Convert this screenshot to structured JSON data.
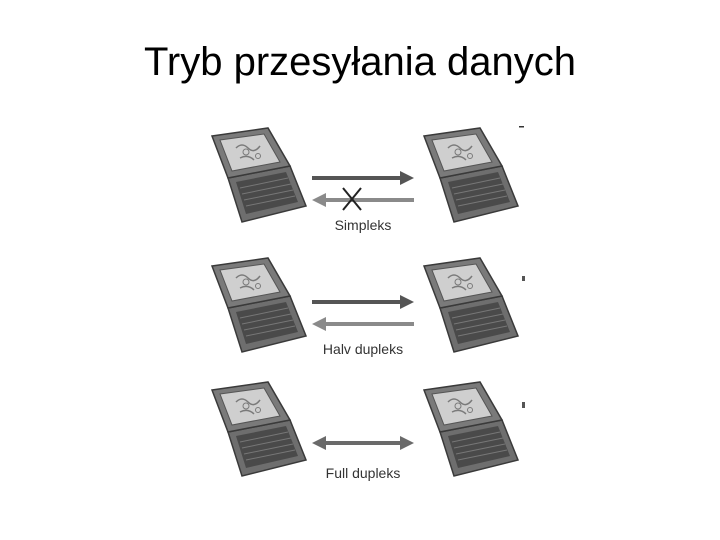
{
  "slide": {
    "title": "Tryb przesyłania danych"
  },
  "diagram": {
    "modes": [
      {
        "label": "Simpleks",
        "left_to_right": "arrow",
        "right_to_left": "blocked"
      },
      {
        "label": "Halv dupleks",
        "left_to_right": "arrow",
        "right_to_left": "arrow"
      },
      {
        "label": "Full dupleks",
        "left_to_right": "bidirectional",
        "right_to_left": "none"
      }
    ],
    "icons": [
      "laptop-icon",
      "right-arrow-icon",
      "left-arrow-icon",
      "blocked-x-icon",
      "double-arrow-icon"
    ],
    "colors": {
      "arrow_dark": "#555555",
      "arrow_light": "#8a8a8a",
      "laptop_body": "#6e6e6e",
      "laptop_screen": "#cfcfcf"
    }
  }
}
